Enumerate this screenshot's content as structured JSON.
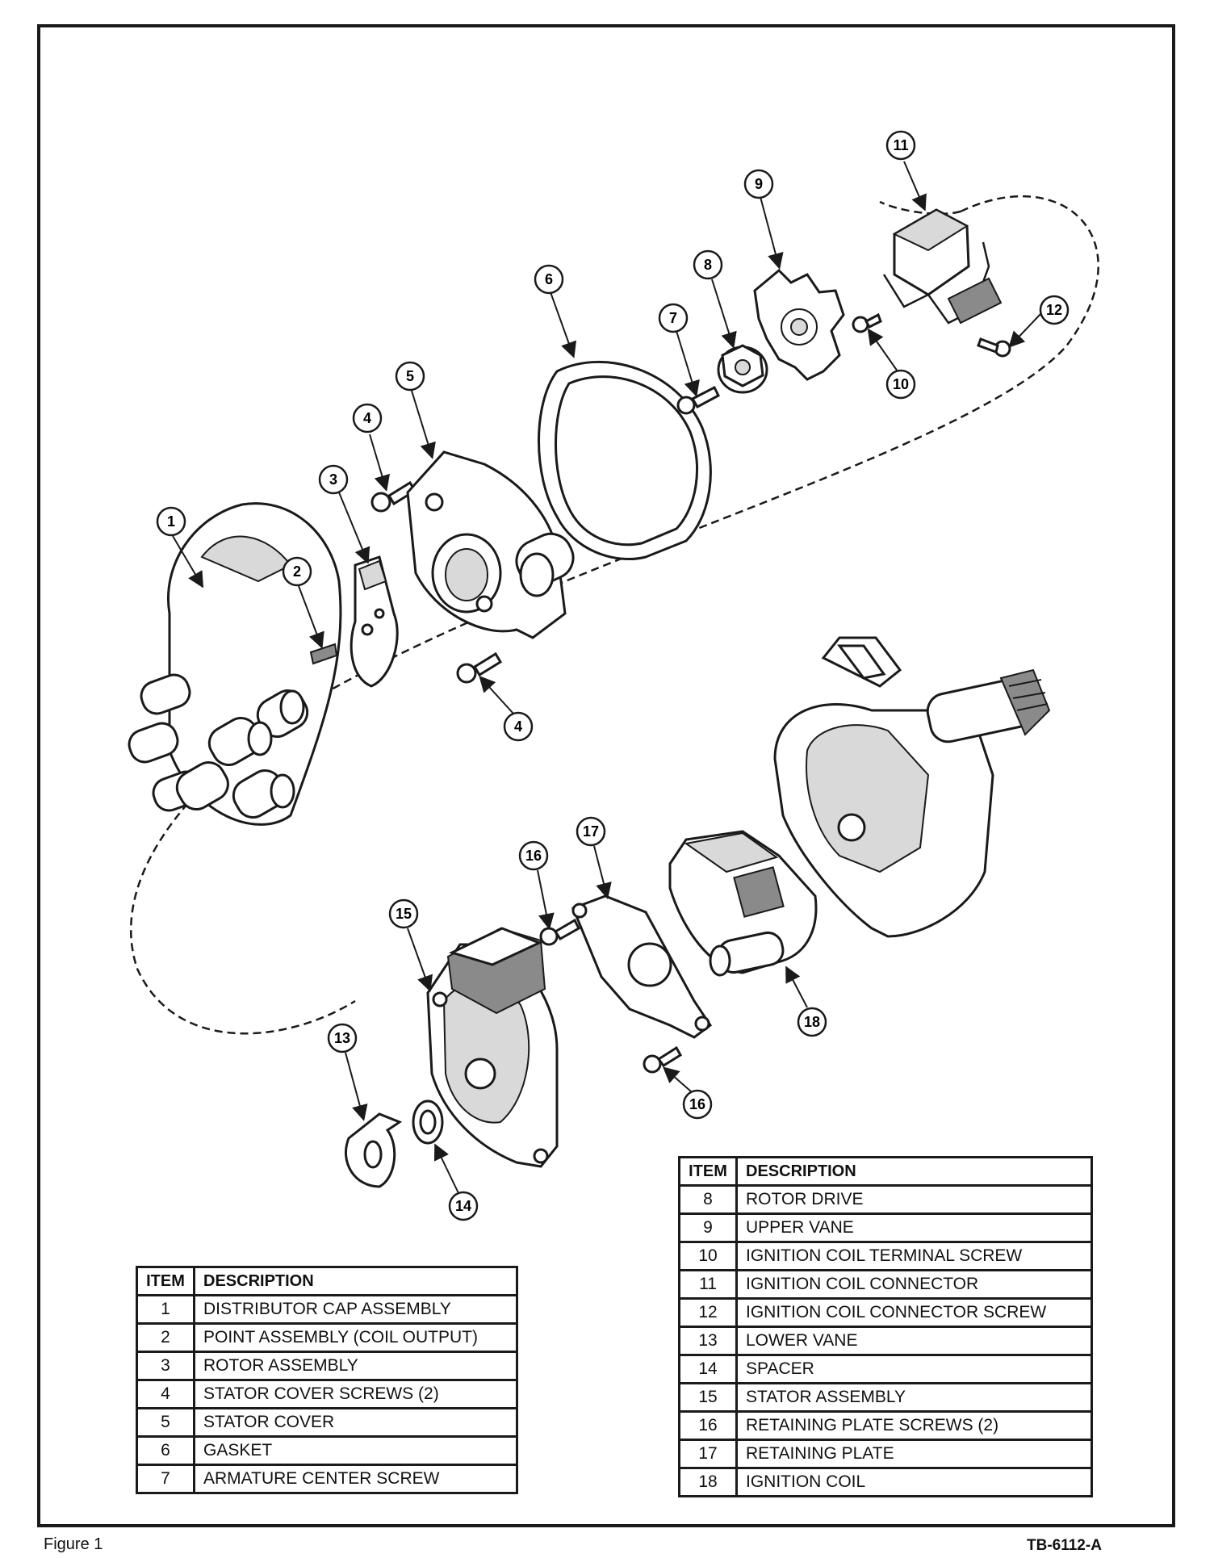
{
  "callouts": {
    "c1": "1",
    "c2": "2",
    "c3": "3",
    "c4a": "4",
    "c4b": "4",
    "c5": "5",
    "c6": "6",
    "c7": "7",
    "c8": "8",
    "c9": "9",
    "c10": "10",
    "c11": "11",
    "c12": "12",
    "c13": "13",
    "c14": "14",
    "c15": "15",
    "c16a": "16",
    "c16b": "16",
    "c17": "17",
    "c18": "18"
  },
  "table_left": {
    "header": {
      "item": "ITEM",
      "description": "DESCRIPTION"
    },
    "rows": [
      {
        "item": "1",
        "description": "DISTRIBUTOR CAP ASSEMBLY"
      },
      {
        "item": "2",
        "description": "POINT ASSEMBLY (COIL OUTPUT)"
      },
      {
        "item": "3",
        "description": "ROTOR ASSEMBLY"
      },
      {
        "item": "4",
        "description": "STATOR COVER SCREWS (2)"
      },
      {
        "item": "5",
        "description": "STATOR COVER"
      },
      {
        "item": "6",
        "description": "GASKET"
      },
      {
        "item": "7",
        "description": "ARMATURE CENTER SCREW"
      }
    ]
  },
  "table_right": {
    "header": {
      "item": "ITEM",
      "description": "DESCRIPTION"
    },
    "rows": [
      {
        "item": "8",
        "description": "ROTOR DRIVE"
      },
      {
        "item": "9",
        "description": "UPPER VANE"
      },
      {
        "item": "10",
        "description": "IGNITION COIL TERMINAL SCREW"
      },
      {
        "item": "11",
        "description": "IGNITION COIL CONNECTOR"
      },
      {
        "item": "12",
        "description": "IGNITION COIL CONNECTOR SCREW"
      },
      {
        "item": "13",
        "description": "LOWER VANE"
      },
      {
        "item": "14",
        "description": "SPACER"
      },
      {
        "item": "15",
        "description": "STATOR ASSEMBLY"
      },
      {
        "item": "16",
        "description": "RETAINING PLATE SCREWS (2)"
      },
      {
        "item": "17",
        "description": "RETAINING PLATE"
      },
      {
        "item": "18",
        "description": "IGNITION COIL"
      }
    ]
  },
  "figure_label": "Figure 1",
  "tb_label": "TB-6112-A"
}
